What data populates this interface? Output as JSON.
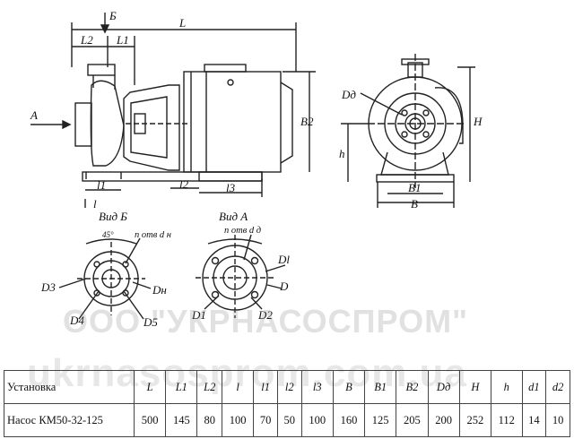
{
  "watermark": {
    "line1": "ООО \"УКРНАСОСПРОМ\"",
    "line2": "ukrnasosprom.com.ua"
  },
  "drawing_labels": {
    "L": "L",
    "L1": "L1",
    "L2": "L2",
    "l1": "l1",
    "l2": "l2",
    "l3": "l3",
    "B": "B",
    "B1": "B1",
    "B2": "B2",
    "H": "H",
    "h": "h",
    "Dd": "Dд",
    "Dn": "Dн",
    "Dl": "Dl",
    "D": "D",
    "D1": "D1",
    "D2": "D2",
    "D3": "D3",
    "D4": "D4",
    "D5": "D5",
    "arrowA": "A",
    "arrowB": "Б",
    "viewB": "Вид Б",
    "viewA": "Вид А",
    "holesDn": "n отв d н",
    "holesDd": "n отв d д",
    "angle_deg": "45°"
  },
  "table": {
    "headers": [
      "Установка",
      "L",
      "L1",
      "L2",
      "l",
      "l1",
      "l2",
      "l3",
      "B",
      "B1",
      "B2",
      "Dд",
      "H",
      "h",
      "d1",
      "d2"
    ],
    "rows": [
      [
        "Насос КМ50-32-125",
        "500",
        "145",
        "80",
        "100",
        "70",
        "50",
        "100",
        "160",
        "125",
        "205",
        "200",
        "252",
        "112",
        "14",
        "10"
      ]
    ]
  }
}
